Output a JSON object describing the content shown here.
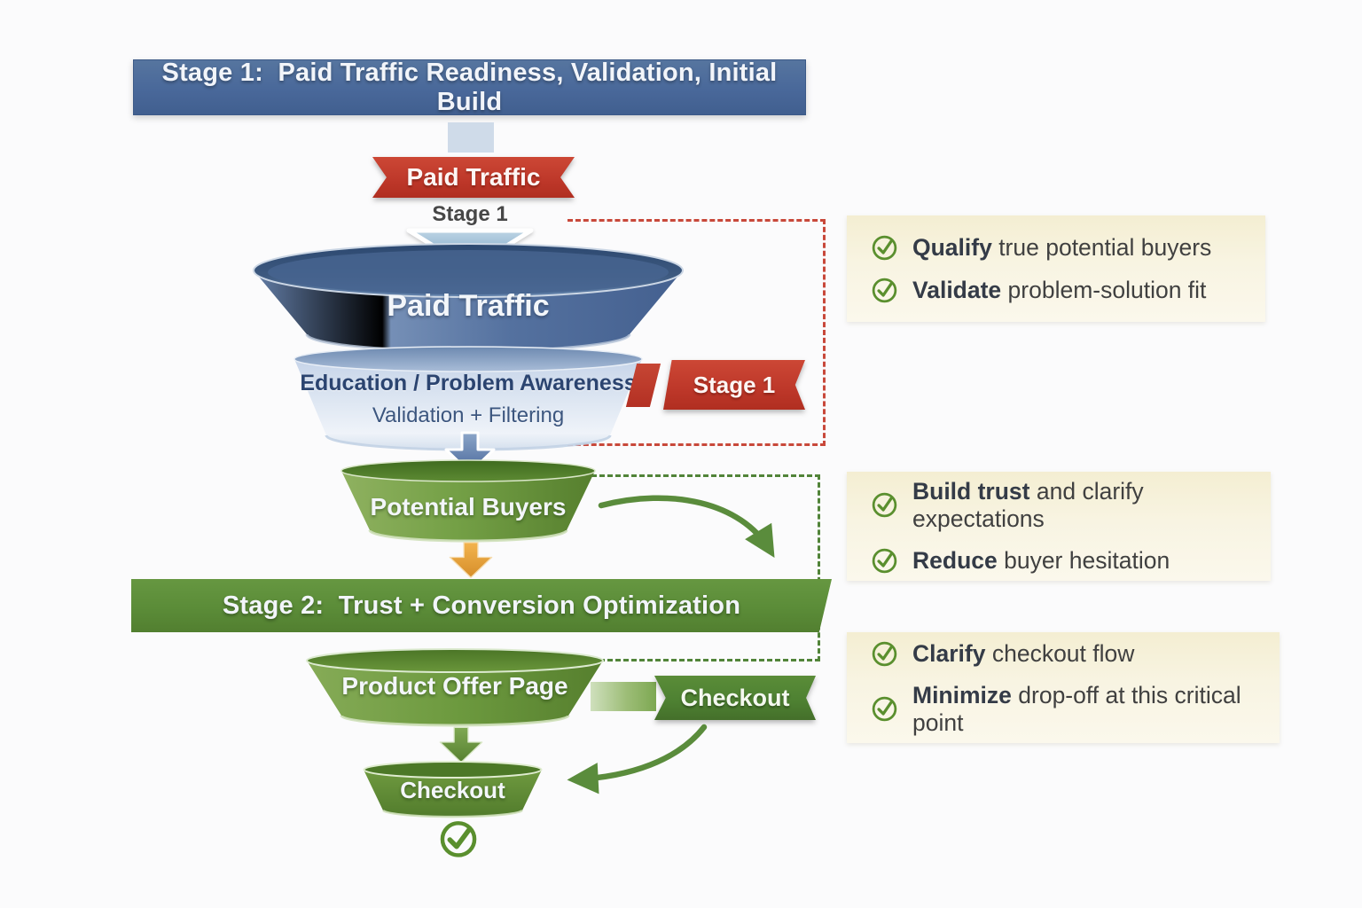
{
  "title_banners": {
    "stage1": "Stage 1:  Paid Traffic Readiness, Validation, Initial Build",
    "stage2": "Stage 2:  Trust + Conversion Optimization"
  },
  "ribbons": {
    "paid_traffic": "Paid Traffic",
    "stage1_side": "Stage 1",
    "checkout": "Checkout"
  },
  "labels": {
    "stage1_under_ribbon": "Stage 1"
  },
  "funnel": {
    "top": "Paid Traffic",
    "mid_line1": "Education / Problem Awareness",
    "mid_line2": "Validation + Filtering",
    "potential_buyers": "Potential Buyers",
    "product_offer_page": "Product Offer Page",
    "checkout": "Checkout"
  },
  "panels": [
    {
      "items": [
        {
          "bold": "Qualify",
          "rest": " true potential buyers"
        },
        {
          "bold": "Validate",
          "rest": " problem-solution fit"
        }
      ]
    },
    {
      "items": [
        {
          "bold": "Build trust",
          "rest": " and clarify expectations"
        },
        {
          "bold": "Reduce",
          "rest": " buyer hesitation"
        }
      ]
    },
    {
      "items": [
        {
          "bold": "Clarify",
          "rest": " checkout flow"
        },
        {
          "bold": "Minimize",
          "rest": " drop-off at this critical point"
        }
      ]
    }
  ],
  "colors": {
    "stage1_blue": "#49689a",
    "ribbon_red": "#c13a2b",
    "funnel_blue": "#54719f",
    "funnel_light_blue": "#dde6f2",
    "funnel_green": "#6d9a3f",
    "stage2_green": "#5b8c38",
    "checkout_ribbon_green": "#4e8132",
    "orange_arrow": "#e0a13c",
    "panel_cream": "#f5efd5",
    "check_green": "#5a8f2e",
    "dashed_red": "#c8483a",
    "dashed_green": "#518439"
  }
}
